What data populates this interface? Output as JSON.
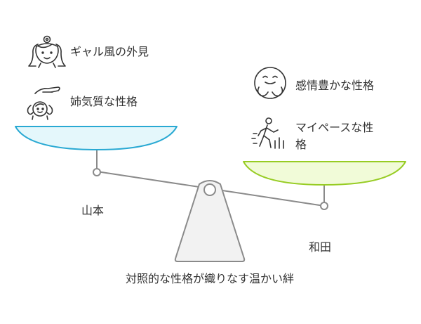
{
  "left_side": {
    "traits": [
      {
        "label": "ギャル風の外見",
        "icon": "girl-face-icon"
      },
      {
        "label": "姉気質な性格",
        "icon": "caring-hand-icon"
      }
    ],
    "name": "山本",
    "pan_color": "#e4f7fb",
    "pan_stroke": "#29a9d3"
  },
  "right_side": {
    "traits": [
      {
        "label": "感情豊かな性格",
        "icon": "hugging-face-icon"
      },
      {
        "label_line1": "マイペースな性",
        "label_line2": "格",
        "icon": "walking-person-icon"
      }
    ],
    "name": "和田",
    "pan_color": "#f1fbd8",
    "pan_stroke": "#97cc23"
  },
  "caption": "対照的な性格が織りなす温かい絆",
  "colors": {
    "beam": "#8a8a8a",
    "fulcrum_fill": "#f2f2f2",
    "fulcrum_stroke": "#8a8a8a",
    "text": "#333333"
  }
}
